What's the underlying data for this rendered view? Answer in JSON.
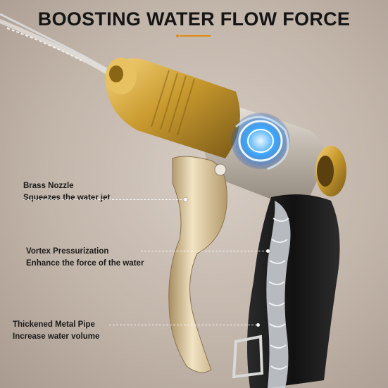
{
  "header": {
    "title": "BOOSTING WATER FLOW FORCE",
    "accent_color": "#e08a12"
  },
  "callouts": [
    {
      "title": "Brass Nozzle",
      "subtitle": "Squeezes the water jet"
    },
    {
      "title": "Vortex Pressurization",
      "subtitle": "Enhance the force of the water"
    },
    {
      "title": "Thickened Metal Pipe",
      "subtitle": "Increase water volume"
    }
  ],
  "colors": {
    "background": "#c2b5aa",
    "brass": "#c99a2e",
    "trigger_gold": "#d8c49a",
    "handle_black": "#1b1b1b",
    "vortex_blue": "#3aa6ff"
  }
}
